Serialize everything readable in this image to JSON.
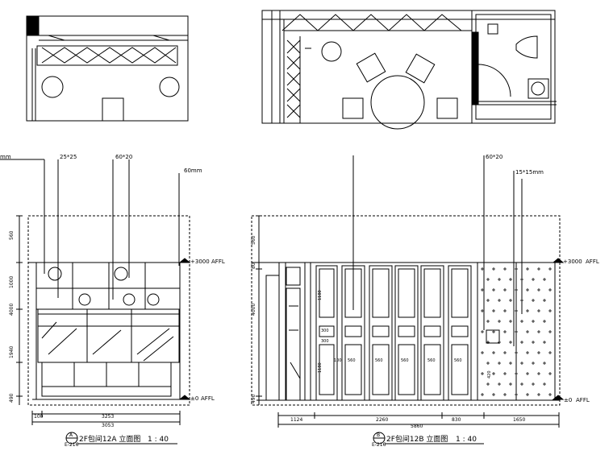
{
  "elevation_a": {
    "callouts": [
      "mm",
      "25*25",
      "60*20",
      "60mm"
    ],
    "levels": {
      "top": "+3000",
      "top_unit": "AFFL",
      "bottom": "±0",
      "bottom_unit": "AFFL"
    },
    "vertical_dims": [
      "560",
      "1000",
      "4000",
      "1940",
      "490"
    ],
    "horizontal_dims": {
      "left": "100",
      "inner": "3253",
      "total": "3053"
    },
    "title_tag_top": "A",
    "title_tag_bottom": "E-216",
    "title": "2F包间12A 立面图",
    "scale": "1 : 40"
  },
  "elevation_b": {
    "callouts": [
      "60*20",
      "15*15mm"
    ],
    "levels": {
      "top": "+3000",
      "top_unit": "AFFL",
      "bottom": "±0",
      "bottom_unit": "AFFL"
    },
    "vertical_dims": [
      "560",
      "80",
      "4000",
      "490"
    ],
    "panel_dims": [
      "1180",
      "1180",
      "300",
      "300",
      "100",
      "560",
      "560",
      "560",
      "560",
      "560",
      "420"
    ],
    "horizontal_dims": [
      "1124",
      "2260",
      "830",
      "1650"
    ],
    "horizontal_total": "5860",
    "title_tag_top": "B",
    "title_tag_bottom": "E-216",
    "title": "2F包间12B 立面图",
    "scale": "1 : 40"
  }
}
